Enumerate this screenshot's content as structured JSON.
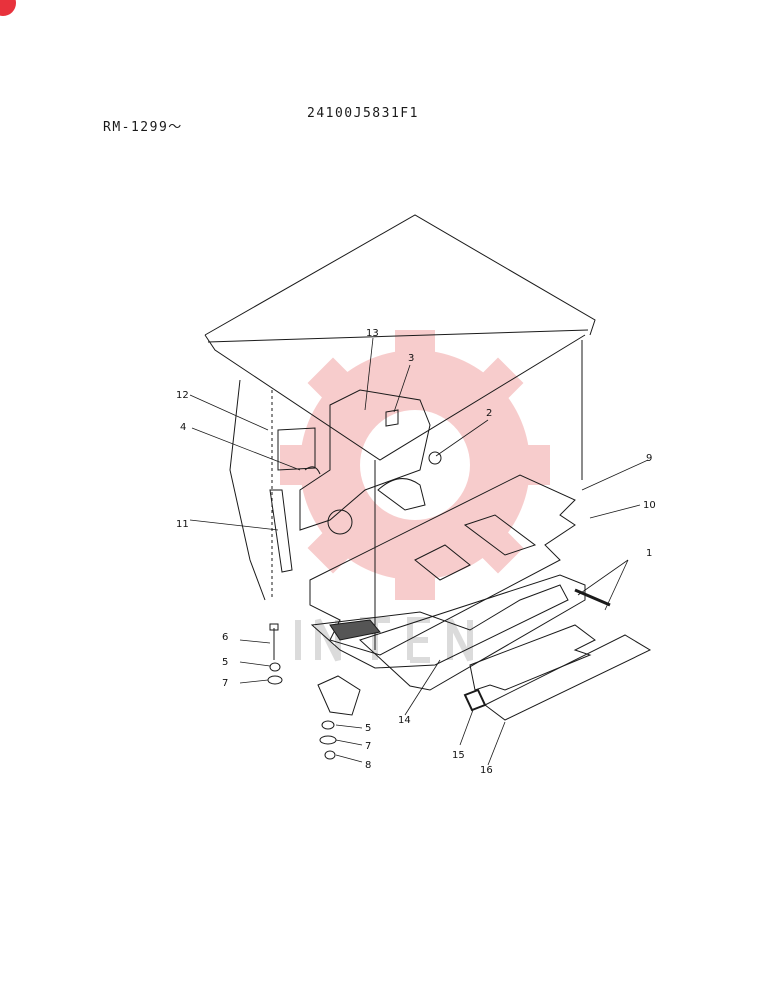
{
  "header": {
    "serial_range": "RM-1299～",
    "part_number": "24100J5831F1"
  },
  "callouts": [
    {
      "id": "c1",
      "label": "1"
    },
    {
      "id": "c2",
      "label": "2"
    },
    {
      "id": "c3",
      "label": "3"
    },
    {
      "id": "c4",
      "label": "4"
    },
    {
      "id": "c5a",
      "label": "5"
    },
    {
      "id": "c5b",
      "label": "5"
    },
    {
      "id": "c6",
      "label": "6"
    },
    {
      "id": "c7a",
      "label": "7"
    },
    {
      "id": "c7b",
      "label": "7"
    },
    {
      "id": "c8",
      "label": "8"
    },
    {
      "id": "c9",
      "label": "9"
    },
    {
      "id": "c10",
      "label": "10"
    },
    {
      "id": "c11",
      "label": "11"
    },
    {
      "id": "c12",
      "label": "12"
    },
    {
      "id": "c13",
      "label": "13"
    },
    {
      "id": "c14",
      "label": "14"
    },
    {
      "id": "c15",
      "label": "15"
    },
    {
      "id": "c16",
      "label": "16"
    }
  ],
  "colors": {
    "watermark": "#f2a4a4",
    "badge": "#e8323c",
    "ink": "#1a1a1a"
  }
}
